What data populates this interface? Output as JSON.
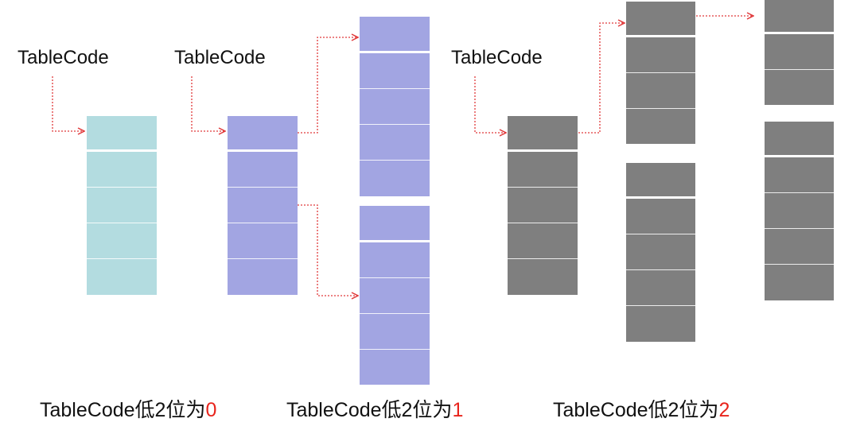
{
  "colors": {
    "cyan": "#b3dce0",
    "purple": "#a2a5e2",
    "gray": "#7f7f7f",
    "arrow": "#e0393a",
    "highlight": "#e8241c"
  },
  "pointer_labels": [
    "TableCode",
    "TableCode",
    "TableCode"
  ],
  "captions": [
    {
      "text": "TableCode低2位为",
      "value": "0"
    },
    {
      "text": "TableCode低2位为",
      "value": "1"
    },
    {
      "text": "TableCode低2位为",
      "value": "2"
    }
  ]
}
